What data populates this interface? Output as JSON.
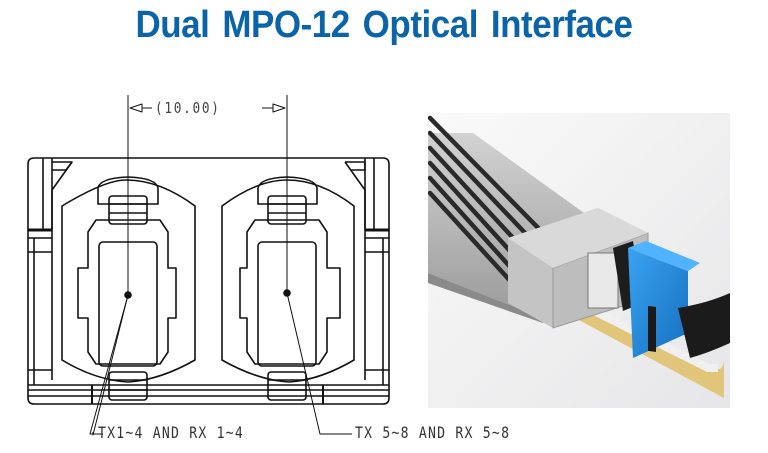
{
  "title": "Dual MPO-12 Optical Interface",
  "drawing": {
    "dimension_label": "(10.00)",
    "callouts": [
      {
        "label": "TX1~4 AND RX 1~4",
        "target": "left-mpo-port"
      },
      {
        "label": "TX 5~8 AND RX 5~8",
        "target": "right-mpo-port"
      }
    ]
  },
  "photo": {
    "subject": "transceiver module with blue MPO connector and black cable",
    "colors": {
      "background": "#f2f2f2",
      "module_metal": "#b9b9b9",
      "connector_blue": "#1f8fe6",
      "cable": "#1b1b1b",
      "pull_tab": "#e0c57a"
    }
  },
  "colors": {
    "title": "#0b64a8",
    "line_art": "#111111",
    "annotation_text": "#444444"
  }
}
